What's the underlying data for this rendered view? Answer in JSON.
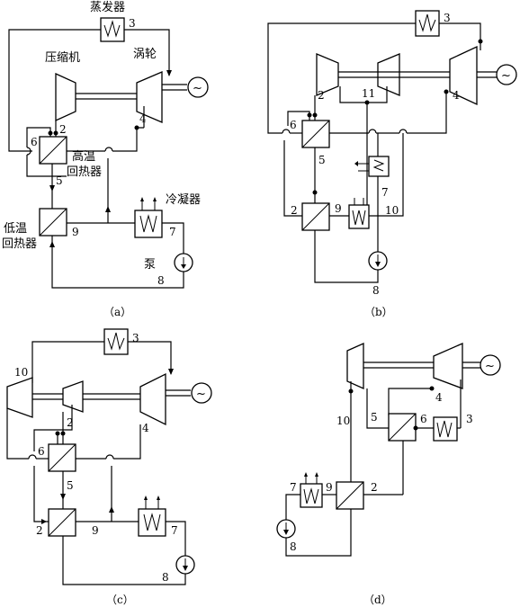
{
  "subfigures": [
    {
      "caption": "（a）",
      "labels": {
        "evaporator": "蒸发器",
        "compressor": "压缩机",
        "turbine": "涡轮",
        "high_temp_recuperator_1": "高温",
        "high_temp_recuperator_2": "回热器",
        "low_temp_recuperator_1": "低温",
        "low_temp_recuperator_2": "回热器",
        "condenser": "冷凝器",
        "pump": "泵"
      },
      "nodes": [
        "3",
        "2",
        "4",
        "6",
        "5",
        "9",
        "7",
        "8"
      ]
    },
    {
      "caption": "（b）",
      "nodes": [
        "3",
        "2",
        "11",
        "4",
        "6",
        "5",
        "7",
        "2",
        "9",
        "10",
        "8"
      ]
    },
    {
      "caption": "（c）",
      "nodes": [
        "3",
        "10",
        "2",
        "4",
        "6",
        "5",
        "2",
        "9",
        "7",
        "8"
      ]
    },
    {
      "caption": "（d）",
      "nodes": [
        "10",
        "4",
        "5",
        "6",
        "3",
        "7",
        "9",
        "2",
        "8"
      ]
    }
  ],
  "generator_symbol": "~"
}
